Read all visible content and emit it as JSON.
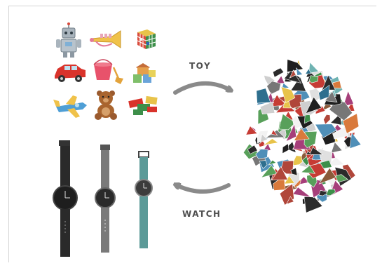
{
  "labels": {
    "toy": "TOY",
    "watch": "WATCH"
  },
  "toys": [
    {
      "name": "robot",
      "icon": "robot-icon"
    },
    {
      "name": "trumpet",
      "icon": "trumpet-icon"
    },
    {
      "name": "rubiks-cube",
      "icon": "cube-puzzle-icon"
    },
    {
      "name": "car",
      "icon": "toy-car-icon"
    },
    {
      "name": "bucket-and-shovel",
      "icon": "bucket-icon"
    },
    {
      "name": "blocks",
      "icon": "blocks-icon"
    },
    {
      "name": "airplane",
      "icon": "airplane-icon"
    },
    {
      "name": "teddy-bear",
      "icon": "teddy-bear-icon"
    },
    {
      "name": "bricks",
      "icon": "bricks-icon"
    }
  ],
  "watches": [
    {
      "strap_color": "#2a2a2a",
      "face_color": "#1e1e1e"
    },
    {
      "strap_color": "#7a7a7a",
      "face_color": "#2a2a2a"
    },
    {
      "strap_color": "#5c9a98",
      "face_color": "#3c3c3c"
    }
  ],
  "colors": {
    "arrow": "#8a8a8a",
    "text": "#505050",
    "frame": "#d4d4d4"
  }
}
